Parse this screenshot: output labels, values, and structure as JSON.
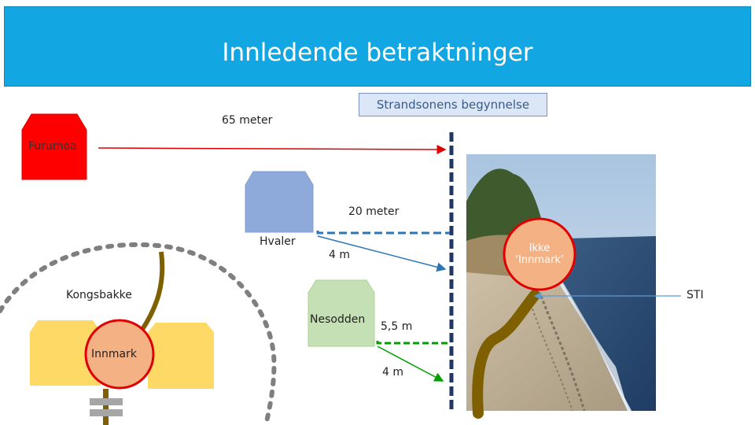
{
  "header": {
    "title": "Innledende betraktninger",
    "color": "#12a7e3"
  },
  "callout": {
    "label": "Strandsonens begynnelse"
  },
  "distances": {
    "d65": "65 meter",
    "d20": "20 meter",
    "d4a": "4 m",
    "d55": "5,5  m",
    "d4b": "4 m"
  },
  "places": {
    "furumoa": "Furumoa",
    "hvaler": "Hvaler",
    "kongsbakke": "Kongsbakke",
    "nesodden": "Nesodden",
    "innmark": "Innmark",
    "ikke_innmark_line1": "Ikke",
    "ikke_innmark_line2": "‘Innmark’",
    "sti": "STI"
  },
  "colors": {
    "furumoa": "#ff0000",
    "hvaler": "#8eaadb",
    "nesodden": "#c5e0b4",
    "houses": "#ffd966",
    "path": "#7f6000",
    "circle": "#f4b183"
  }
}
